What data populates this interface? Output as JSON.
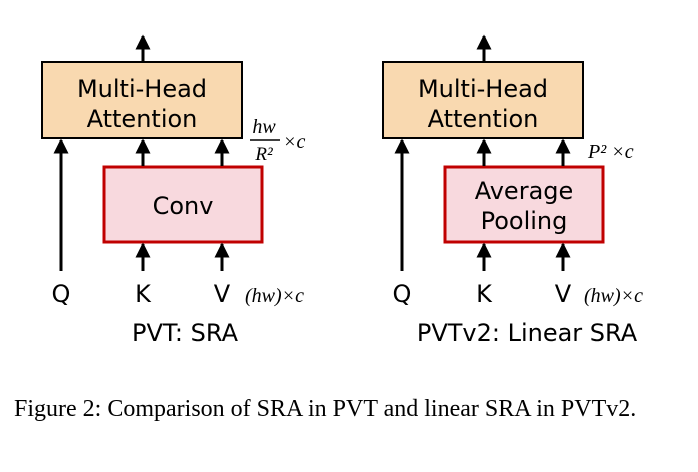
{
  "colors": {
    "attention_fill": "#f9d9b0",
    "attention_stroke": "#000000",
    "reduce_fill": "#f8d9de",
    "reduce_stroke": "#c00000",
    "arrow": "#000000"
  },
  "left": {
    "attention_line1": "Multi-Head",
    "attention_line2": "Attention",
    "reduce_label": "Conv",
    "input_q": "Q",
    "input_k": "K",
    "input_v": "V",
    "v_dim": "(hw)×c",
    "kv_dim_num": "hw",
    "kv_dim_den": "R²",
    "kv_dim_suffix": "×c",
    "subtitle": "PVT: SRA"
  },
  "right": {
    "attention_line1": "Multi-Head",
    "attention_line2": "Attention",
    "reduce_line1": "Average",
    "reduce_line2": "Pooling",
    "input_q": "Q",
    "input_k": "K",
    "input_v": "V",
    "v_dim": "(hw)×c",
    "kv_dim": "P² ×c",
    "subtitle": "PVTv2: Linear SRA"
  },
  "caption": "Figure 2: Comparison of SRA in PVT and linear SRA in PVTv2."
}
